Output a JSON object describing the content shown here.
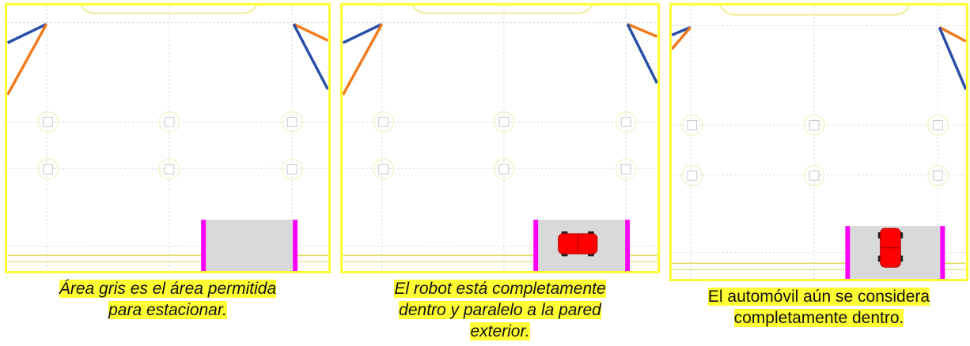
{
  "captions": {
    "panel1": [
      "Área gris es el área permitida",
      "para estacionar."
    ],
    "panel2": [
      "El robot está completamente",
      "dentro y paralelo a la pared",
      "exterior."
    ],
    "panel3": [
      "El automóvil aún se considera",
      "completamente dentro."
    ]
  },
  "colors": {
    "frame": "#ffff33",
    "parking_area": "#d9d9d9",
    "parking_edge": "#ff00ff",
    "robot": "#ff0000",
    "line_blue": "#2a4ea8",
    "line_orange": "#f07a1a"
  },
  "icons": {
    "robot": "red-robot-car-icon"
  }
}
